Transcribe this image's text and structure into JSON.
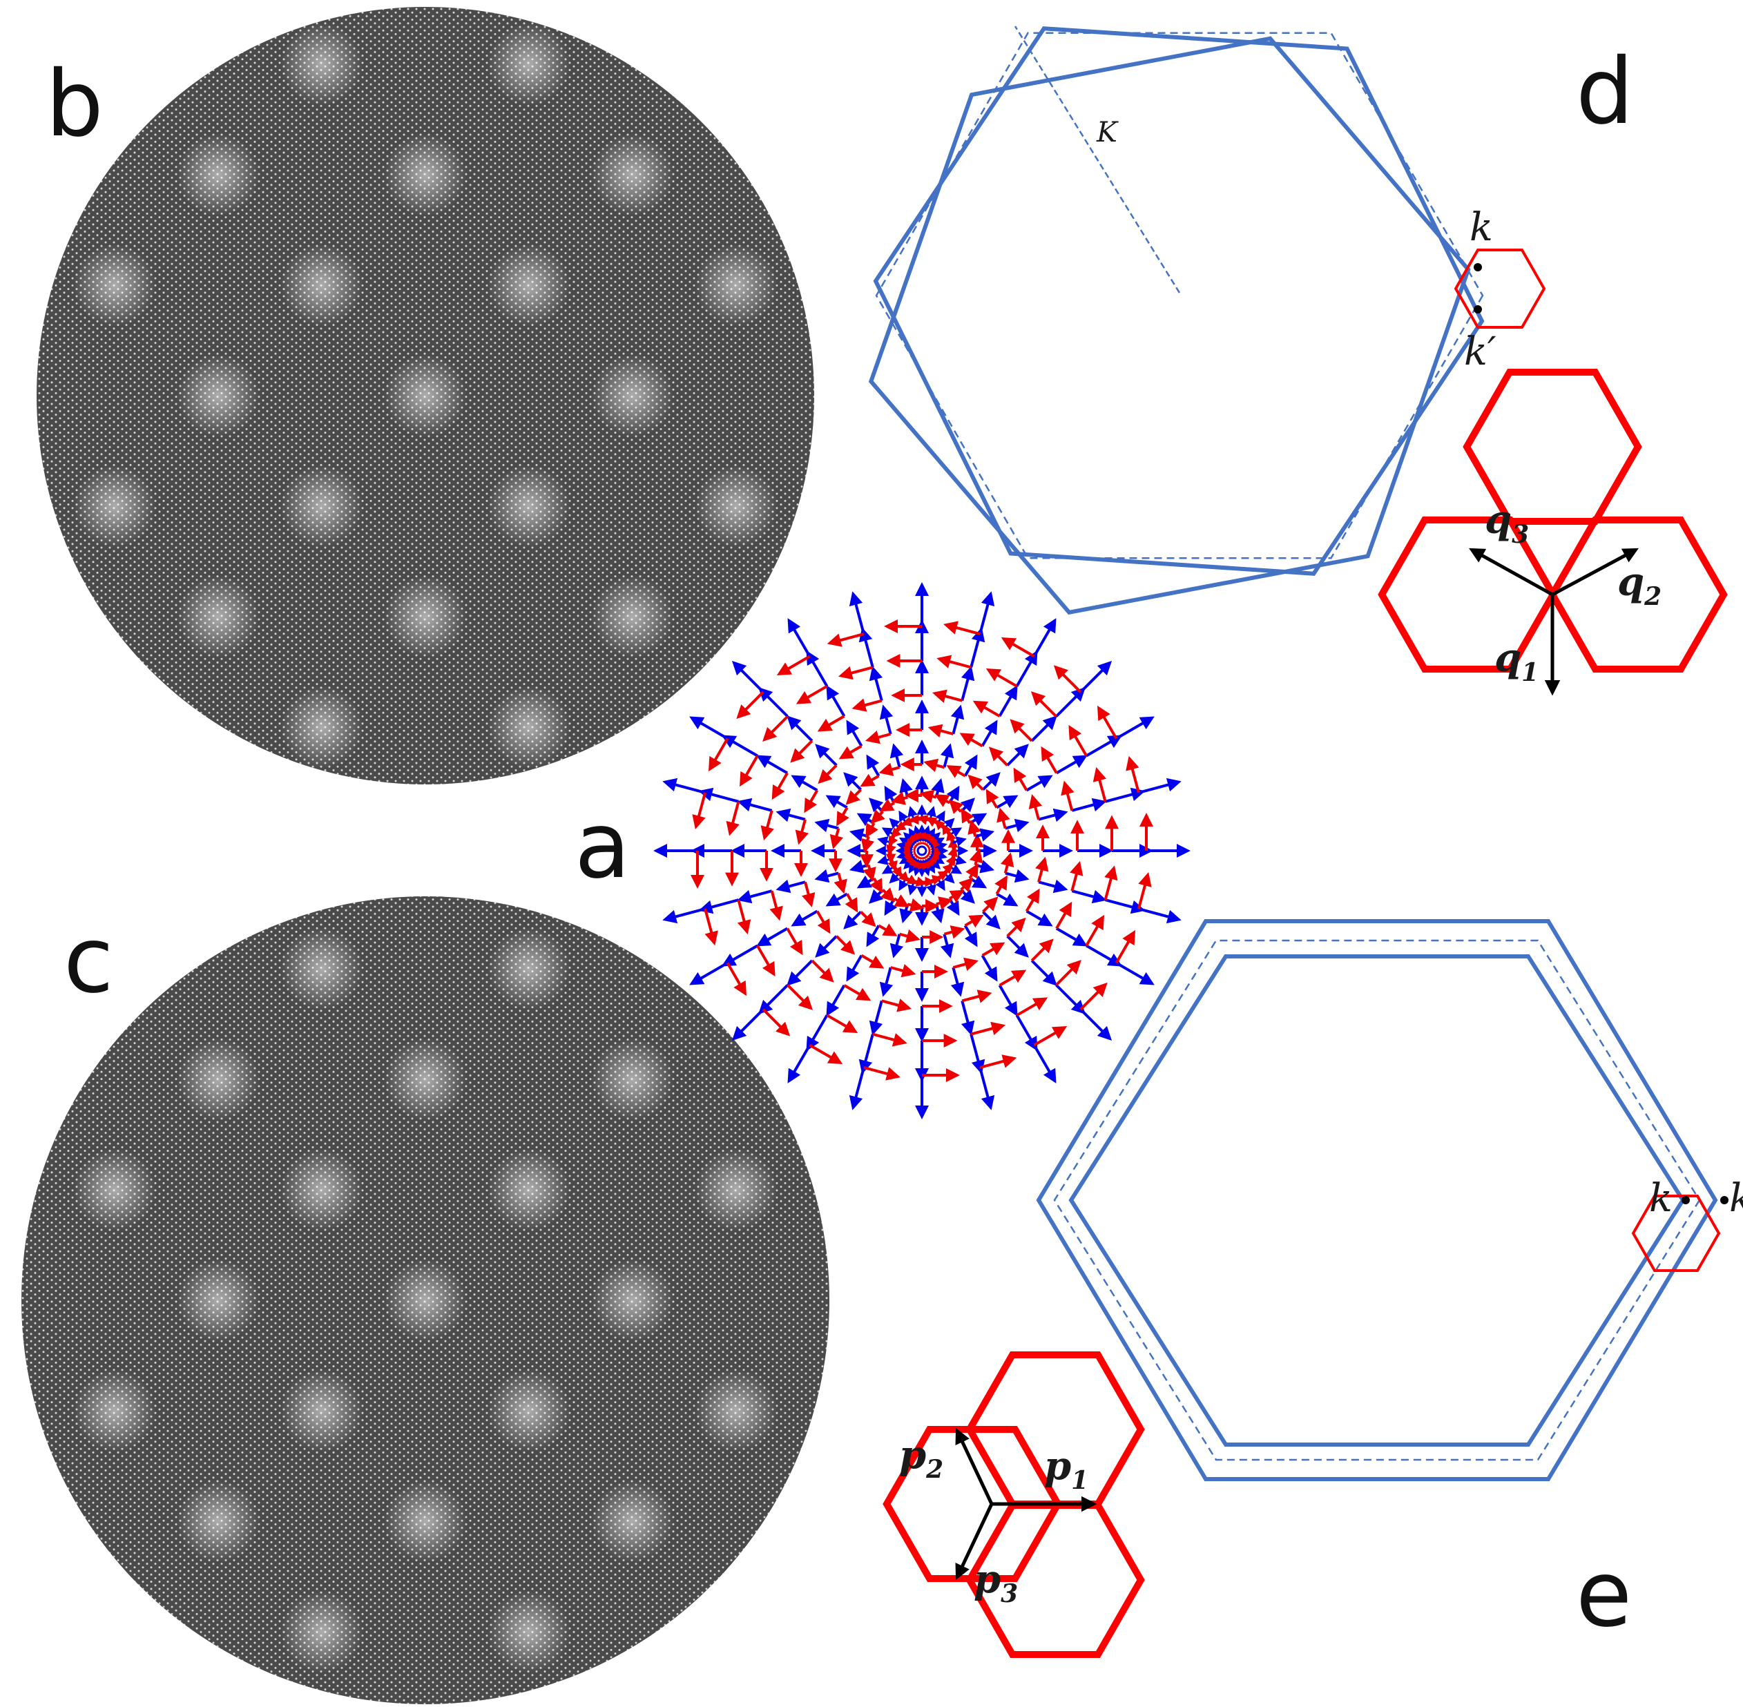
{
  "panels": {
    "a": {
      "letter": "a"
    },
    "b": {
      "letter": "b"
    },
    "c": {
      "letter": "c"
    },
    "d": {
      "letter": "d",
      "big_label": "K",
      "small_label_top": "k",
      "small_label_bottom": "k′",
      "vectors": [
        {
          "base": "q",
          "sub": "1"
        },
        {
          "base": "q",
          "sub": "2"
        },
        {
          "base": "q",
          "sub": "3"
        }
      ]
    },
    "e": {
      "letter": "e",
      "small_label_left": "k",
      "small_label_right": "k′",
      "vectors": [
        {
          "base": "p",
          "sub": "1"
        },
        {
          "base": "p",
          "sub": "2"
        },
        {
          "base": "p",
          "sub": "3"
        }
      ]
    }
  },
  "colors": {
    "blue_outline": "#4472c4",
    "red_hex": "#ff0000",
    "arrow_blue": "#0000ee",
    "arrow_red": "#ee0000",
    "moire_dark": "#3a3a3a",
    "moire_light": "#a8a8a8"
  }
}
